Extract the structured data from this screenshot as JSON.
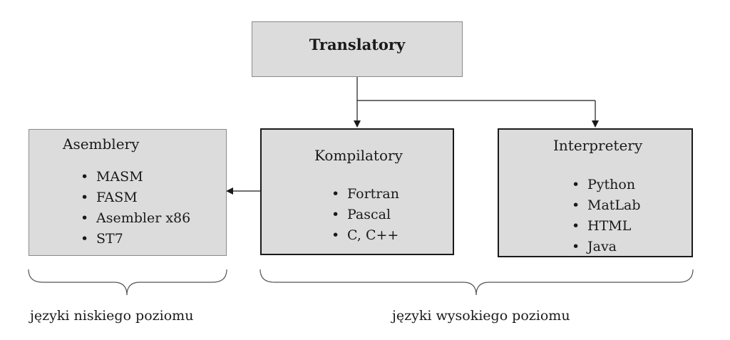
{
  "root": {
    "title": "Translatory"
  },
  "boxes": [
    {
      "title": "Asemblery",
      "items": [
        "MASM",
        "FASM",
        "Asembler x86",
        "ST7"
      ]
    },
    {
      "title": "Kompilatory",
      "items": [
        "Fortran",
        "Pascal",
        "C, C++"
      ]
    },
    {
      "title": "Interpretery",
      "items": [
        "Python",
        "MatLab",
        "HTML",
        "Java"
      ]
    }
  ],
  "groups": {
    "low_level": "języki niskiego poziomu",
    "high_level": "języki wysokiego poziomu"
  }
}
